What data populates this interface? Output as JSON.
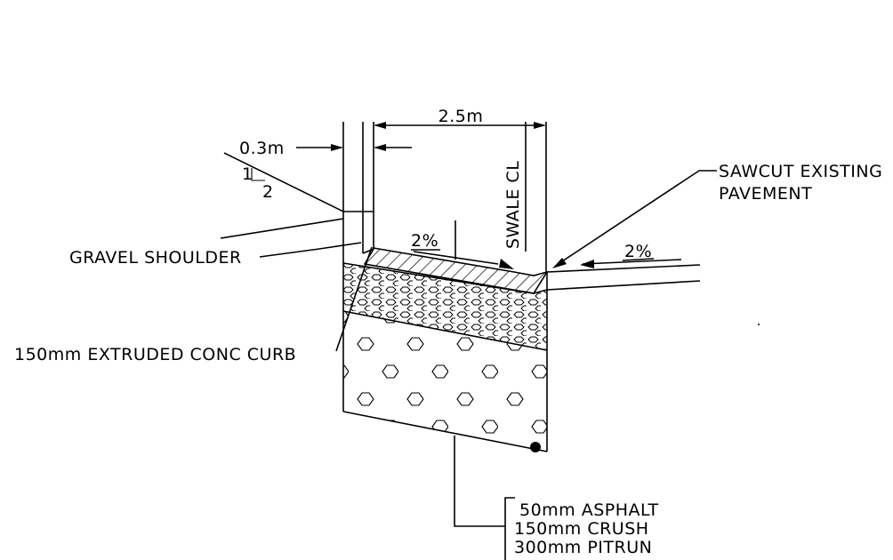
{
  "labels": {
    "dim_width": "2.5m",
    "dim_offset": "0.3m",
    "slope_rise": "1",
    "slope_run": "2",
    "swale_cl": "SWALE CL",
    "sawcut_line1": "SAWCUT EXISTING",
    "sawcut_line2": "PAVEMENT",
    "gravel_shoulder": "GRAVEL SHOULDER",
    "curb": "150mm EXTRUDED CONC CURB",
    "grade_left": "2%",
    "grade_right": "2%",
    "layer_asphalt": "50mm ASPHALT",
    "layer_crush": "150mm CRUSH",
    "layer_pitrun": "300mm PITRUN"
  },
  "colors": {
    "line": "#000000",
    "background": "#ffffff"
  }
}
